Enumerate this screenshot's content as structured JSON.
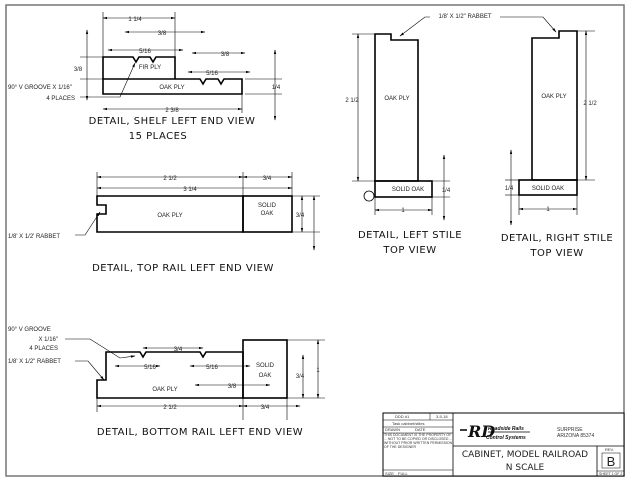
{
  "shelf": {
    "title": "DETAIL, SHELF LEFT END VIEW",
    "subtitle": "15 PLACES",
    "dims": {
      "top_width": "1 1/4",
      "groove_spacing_top": "3/8",
      "groove_width_top": "5/16",
      "right_spacing": "3/8",
      "groove_width_right": "5/16",
      "fir_thickness": "3/8",
      "oak_thickness": "1/4",
      "overall": "2 3/8"
    },
    "materials": {
      "upper": "FIR PLY",
      "lower": "OAK PLY"
    },
    "note_line1": "90° V GROOVE X 1/16\"",
    "note_line2": "4 PLACES"
  },
  "top_rail": {
    "title": "DETAIL, TOP RAIL LEFT END VIEW",
    "dims": {
      "ply_width": "2 1/2",
      "overall": "3 1/4",
      "oak_width": "3/4",
      "height": "3/4"
    },
    "materials": {
      "ply": "OAK PLY",
      "oak_line1": "SOLID",
      "oak_line2": "OAK"
    },
    "note": "1/8' X 1/2' RABBET"
  },
  "bottom_rail": {
    "title": "DETAIL, BOTTOM RAIL LEFT END VIEW",
    "dims": {
      "groove_spacing": "3/4",
      "groove_a": "5/16",
      "groove_b": "5/16",
      "offset": "3/8",
      "ply_width": "2 1/2",
      "oak_width": "3/4",
      "inner_height": "3/4",
      "outer_height": "1"
    },
    "materials": {
      "ply": "OAK PLY",
      "oak_line1": "SOLID",
      "oak_line2": "OAK"
    },
    "note_line1": "90° V GROOVE",
    "note_line2": "X 1/16\"",
    "note_line3": "4 PLACES",
    "note_rabbet": "1/8' X 1/2\" RABBET"
  },
  "rabbet_note": "1/8' X 1/2\" RABBET",
  "left_stile": {
    "title": "DETAIL,  LEFT STILE",
    "subtitle": "TOP VIEW",
    "dims": {
      "length": "2 1/2",
      "oak": "1/4",
      "width": "1"
    },
    "materials": {
      "ply": "OAK PLY",
      "oak": "SOLID OAK"
    }
  },
  "right_stile": {
    "title": "DETAIL,  RIGHT STILE",
    "subtitle": "TOP VIEW",
    "dims": {
      "length": "2 1/2",
      "oak": "1/4",
      "width": "1"
    },
    "materials": {
      "ply": "OAK PLY",
      "oak": "SOLID OAK"
    }
  },
  "title_block": {
    "drawn_by": "DDD #1",
    "date": "3-5-18",
    "description": "Task cabinet/stiles",
    "drawn_label": "DRAWN",
    "date_label": "DATE",
    "notice": "THIS DOCUMENT IS THE PROPERTY OF ... NOT TO BE COPIED OR DISCLOSED ... WITHOUT PRIOR WRITTEN PERMISSION OF THE DESIGNER",
    "scale_label": "SIZE",
    "scale_value": "FULL",
    "company_line1": "Roadside Rails",
    "company_line2": "Control Systems",
    "location_line1": "SURPRISE",
    "location_line2": "ARIZONA 85374",
    "drawing_title": "CABINET, MODEL RAILROAD",
    "drawing_subtitle": "N SCALE",
    "rev_label": "REV.",
    "rev": "B",
    "sheet": "SHEET 1 OF 2"
  }
}
